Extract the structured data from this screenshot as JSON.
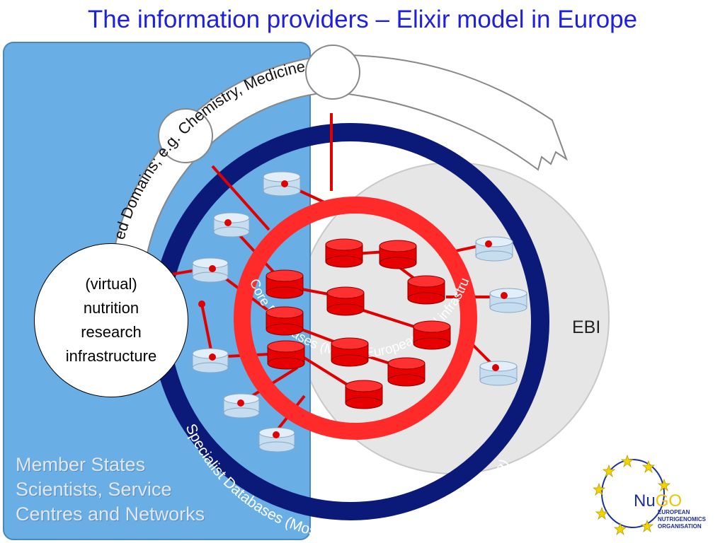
{
  "title": "The information providers – Elixir model in Europe",
  "labels": {
    "virtual_infra": [
      "(virtual)",
      "nutrition",
      "research",
      "infrastructure"
    ],
    "member_states": [
      "Member States",
      "Scientists, Service",
      "Centres and Networks"
    ],
    "ebi": "EBI",
    "domains_arc": "ed Domains; e.g. Chemistry, Medicine",
    "core_arc": "Core Databases (Mostly European and infrastructure funding)",
    "specialist_arc": "Specialist Databases (Mostly national and research funding)"
  },
  "logo": {
    "nu": "Nu",
    "go": "GO",
    "lines": [
      "EUROPEAN",
      "NUTRIGENOMICS",
      "ORGANISATION"
    ]
  },
  "colors": {
    "title": "#1f1fe0",
    "member_panel": "#6aaee6",
    "ebi_circle": "#e6e6e6",
    "outer_ring": "#0b1a78",
    "core_ring": "#ff2b2b",
    "core_db": "#e60000",
    "specialist_db": "#c6ddef"
  }
}
